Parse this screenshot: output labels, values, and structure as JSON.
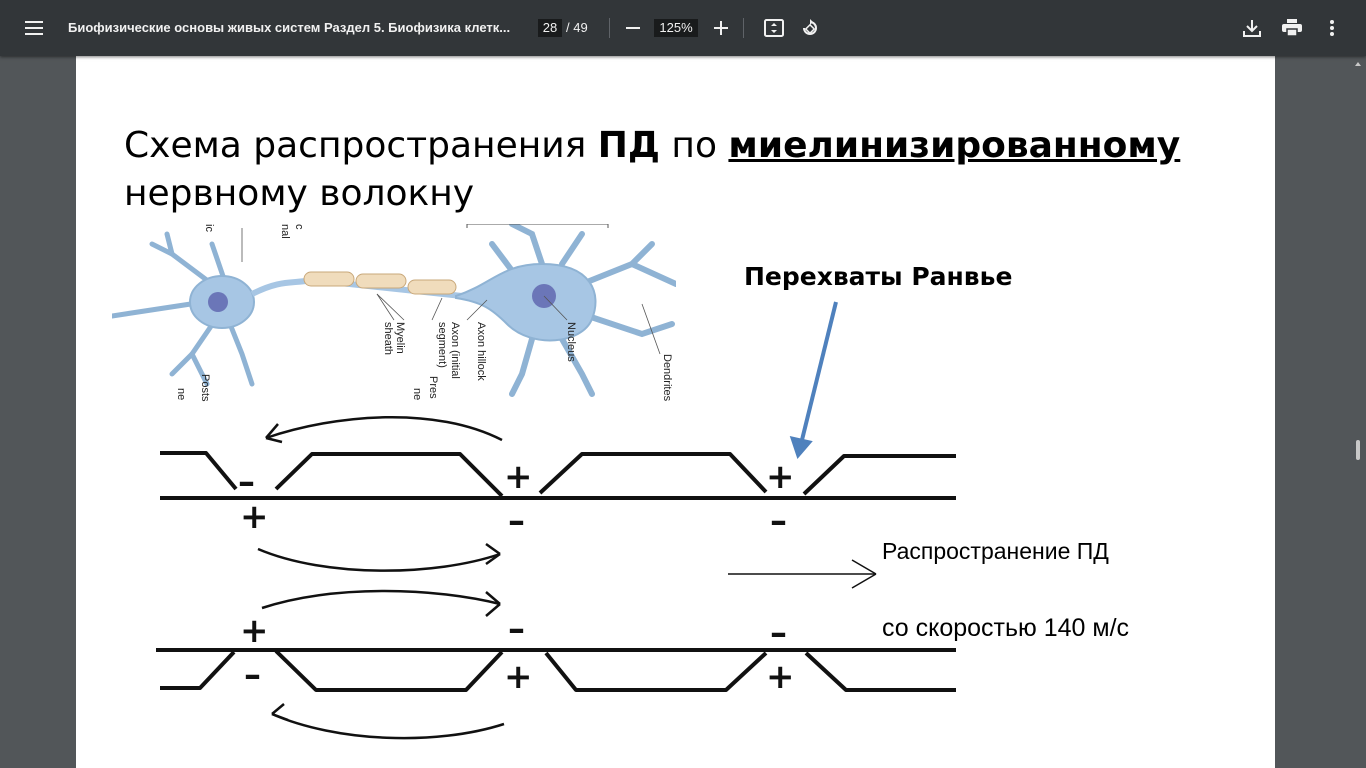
{
  "toolbar": {
    "document_title": "Биофизические основы живых систем Раздел 5. Биофизика клетк...",
    "current_page": "28",
    "total_pages": "/ 49",
    "zoom": "125%",
    "icons": [
      "menu-icon",
      "zoom-out-icon",
      "zoom-in-icon",
      "fit-page-icon",
      "rotate-icon",
      "download-icon",
      "print-icon",
      "more-icon"
    ]
  },
  "slide": {
    "title_part1": "Схема распространения ",
    "title_bold": "ПД",
    "title_part2": " по ",
    "title_underlined": "миелинизированному",
    "title_line2": "нервному волокну",
    "ranvier_label": "Перехваты Ранвье",
    "propagation_label": "Распространение ПД",
    "speed_label": "со скоростью 140 м/с",
    "neuron_labels": {
      "myelin": [
        "Myelin",
        "sheath"
      ],
      "axon_initial": [
        "Axon (initial",
        "segment)"
      ],
      "axon_hillock": "Axon hillock",
      "nucleus": "Nucleus",
      "dendrites": "Dendrites",
      "posts": [
        "Posts",
        "ne"
      ],
      "pres": [
        "Pres",
        "ne"
      ],
      "top_fragments": [
        "ic",
        "c",
        "nal"
      ]
    },
    "signs": {
      "plus": "+",
      "minus": "–"
    }
  }
}
